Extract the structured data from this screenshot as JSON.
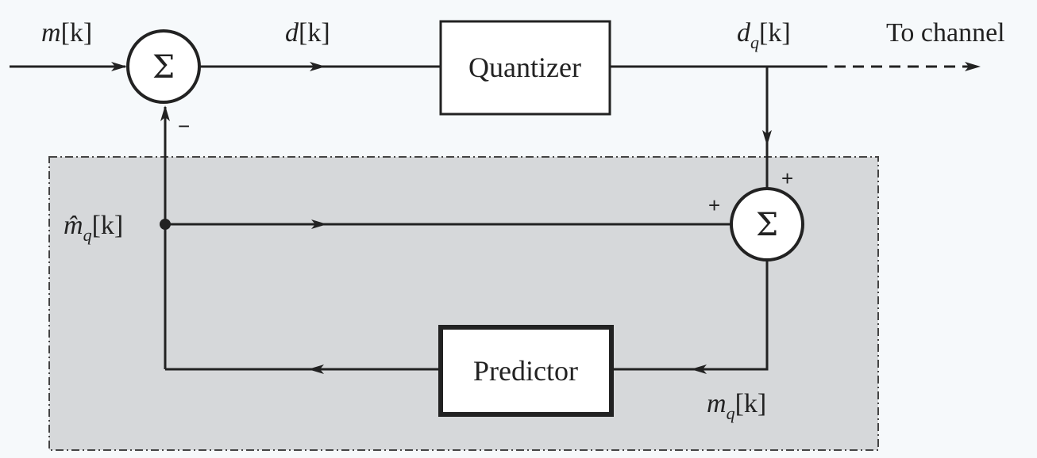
{
  "blocks": {
    "quantizer": "Quantizer",
    "predictor": "Predictor",
    "sum_symbol": "Σ"
  },
  "signals": {
    "input": {
      "main": "m",
      "index": "[k]"
    },
    "error": {
      "main": "d",
      "index": "[k]"
    },
    "quantized_error": {
      "main": "d",
      "sub": "q",
      "index": "[k]"
    },
    "output": "To channel",
    "prediction": {
      "main": "m̂",
      "sub": "q",
      "index": "[k]"
    },
    "reconstructed": {
      "main": "m",
      "sub": "q",
      "index": "[k]"
    }
  },
  "signs": {
    "sum1_feedback": "−",
    "sum2_top": "+",
    "sum2_left": "+"
  },
  "colors": {
    "background": "#f6f9fb",
    "shaded_region": "#d6d8da",
    "line": "#222222"
  }
}
